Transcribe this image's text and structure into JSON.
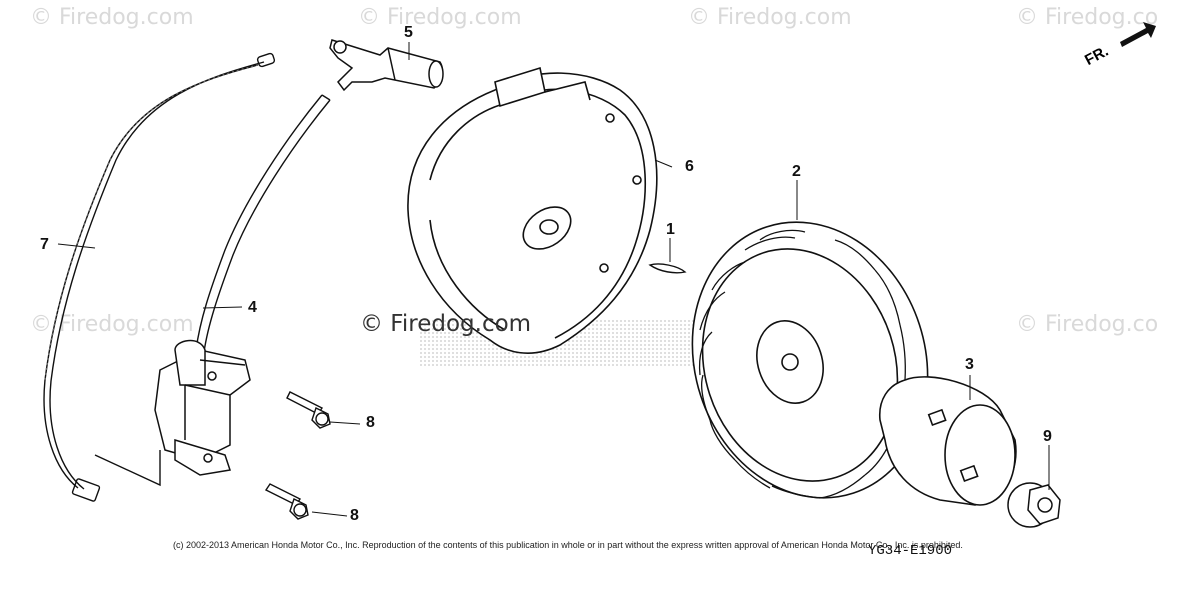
{
  "watermarks": {
    "top": [
      "© Firedog.com",
      "© Firedog.com",
      "© Firedog.com",
      "© Firedog.co"
    ],
    "middle": [
      "© Firedog.com",
      "© Firedog.co"
    ],
    "center": "© Firedog.com"
  },
  "callouts": {
    "p1": "1",
    "p2": "2",
    "p3": "3",
    "p4": "4",
    "p5": "5",
    "p6": "6",
    "p7": "7",
    "p8a": "8",
    "p8b": "8",
    "p9": "9"
  },
  "direction_label": "FR.",
  "copyright": "(c) 2002-2013 American Honda Motor Co., Inc. Reproduction of the contents of this publication in whole or in part without the express written approval of American Honda Motor Co., Inc. is prohibited.",
  "diagram_code": "YG34-E1900",
  "colors": {
    "line": "#111111",
    "watermark": "#d9d9d9",
    "dots": "#cfcfcf"
  }
}
